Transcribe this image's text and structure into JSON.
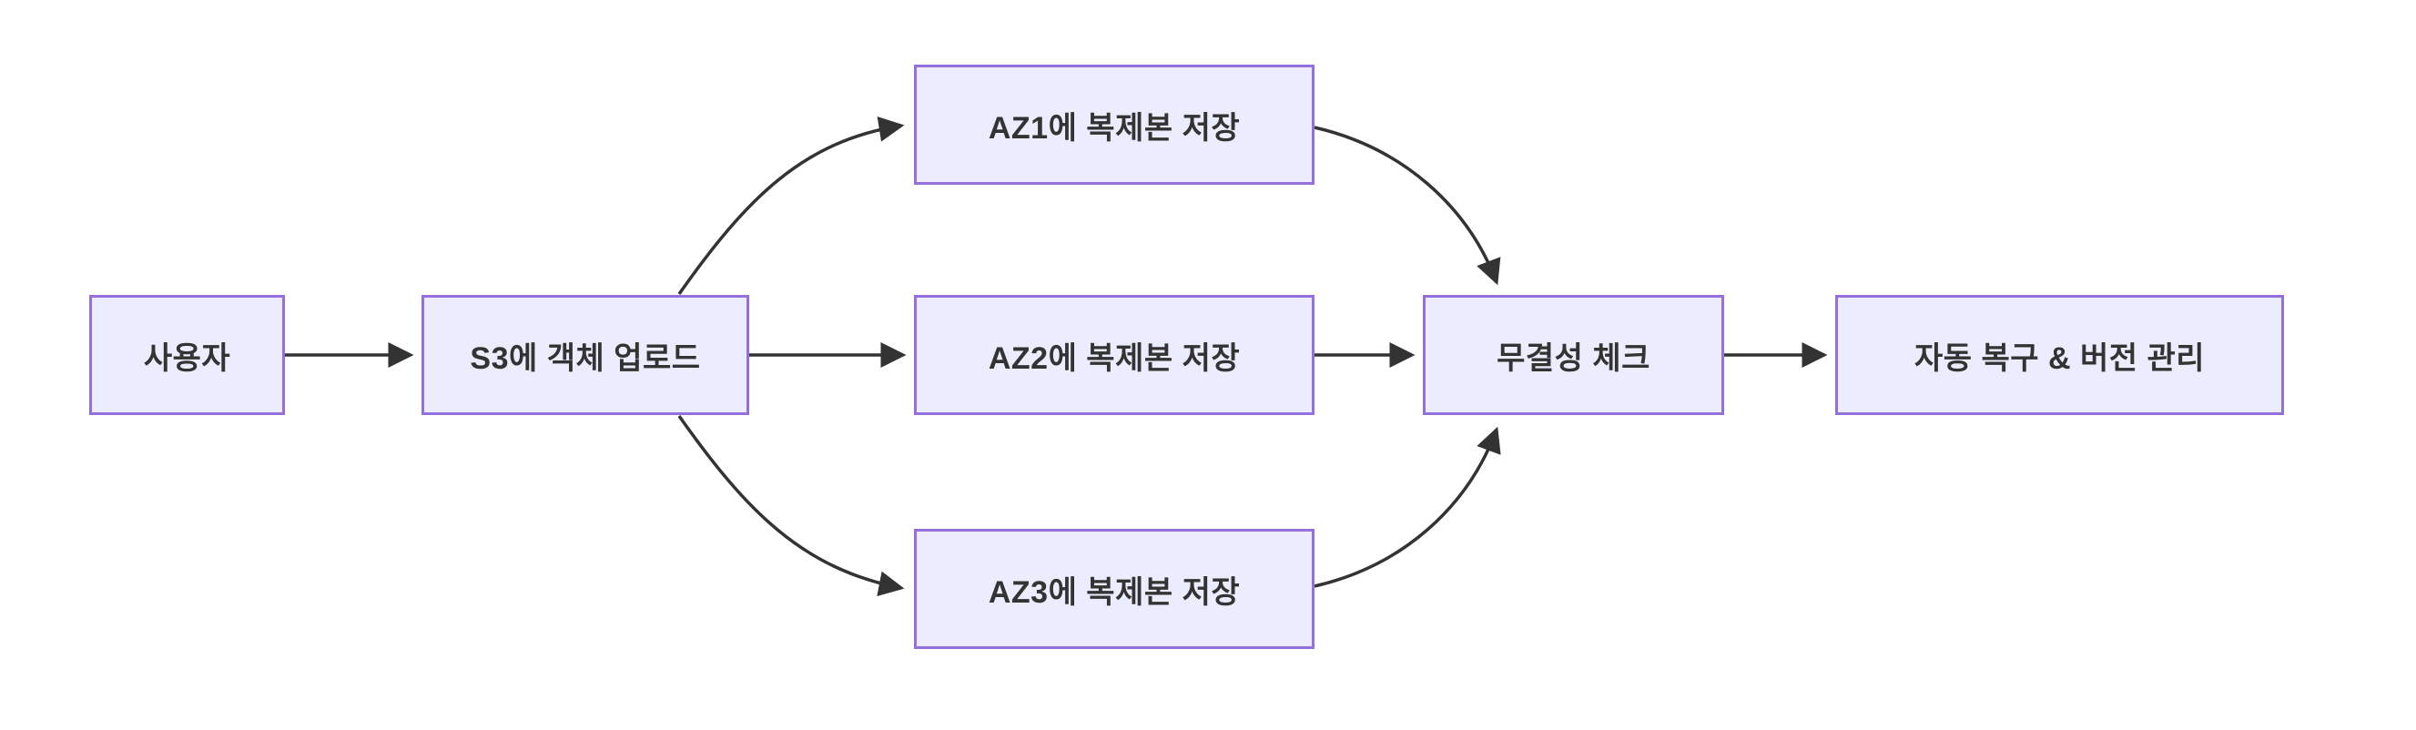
{
  "diagram": {
    "type": "flowchart",
    "direction": "left-to-right",
    "background_color": "#ffffff",
    "node_fill_color": "#ECECFF",
    "node_border_color": "#9370DB",
    "text_color": "#333333",
    "arrow_color": "#333333",
    "nodes": {
      "user": {
        "label": "사용자"
      },
      "s3_upload": {
        "label": "S3에 객체 업로드"
      },
      "az1": {
        "label": "AZ1에 복제본 저장"
      },
      "az2": {
        "label": "AZ2에 복제본 저장"
      },
      "az3": {
        "label": "AZ3에 복제본 저장"
      },
      "integrity": {
        "label": "무결성 체크"
      },
      "recovery": {
        "label": "자동 복구 & 버전 관리"
      }
    },
    "edges": [
      {
        "from": "user",
        "to": "s3_upload"
      },
      {
        "from": "s3_upload",
        "to": "az1"
      },
      {
        "from": "s3_upload",
        "to": "az2"
      },
      {
        "from": "s3_upload",
        "to": "az3"
      },
      {
        "from": "az1",
        "to": "integrity"
      },
      {
        "from": "az2",
        "to": "integrity"
      },
      {
        "from": "az3",
        "to": "integrity"
      },
      {
        "from": "integrity",
        "to": "recovery"
      }
    ]
  }
}
